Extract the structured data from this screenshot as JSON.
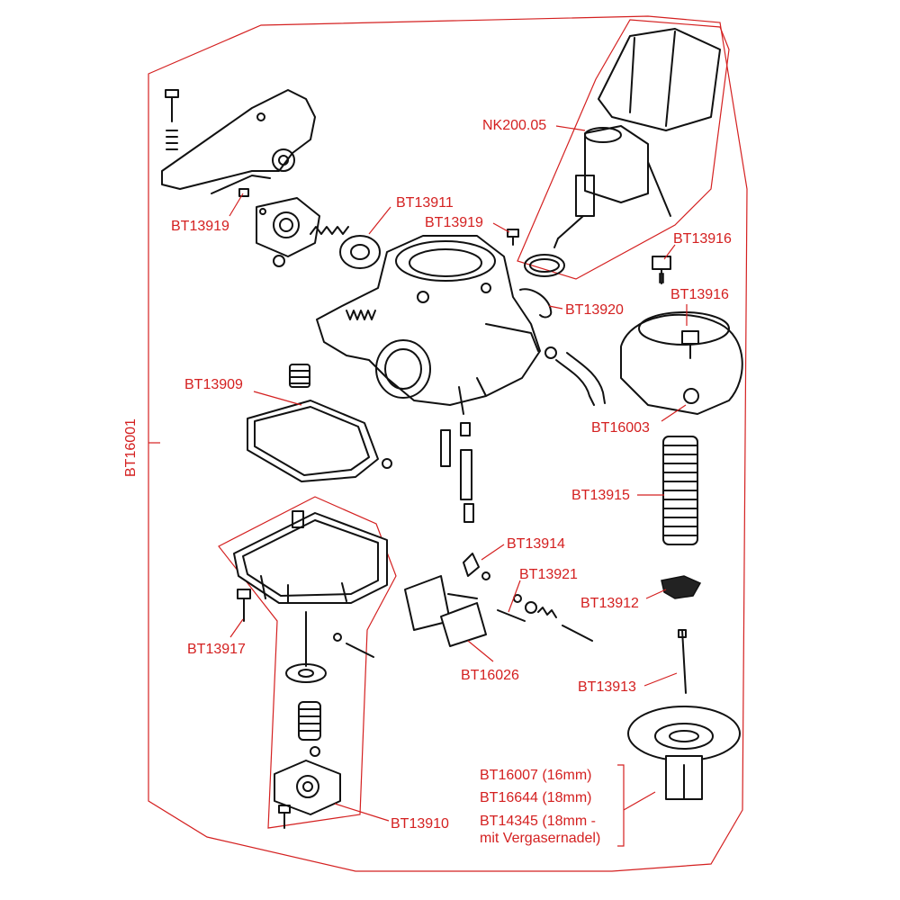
{
  "colors": {
    "label": "#d42020",
    "line": "#111111"
  },
  "labels": {
    "nk200_05": "NK200.05",
    "bt13911": "BT13911",
    "bt13919_a": "BT13919",
    "bt13919_b": "BT13919",
    "bt13916_a": "BT13916",
    "bt13916_b": "BT13916",
    "bt13920": "BT13920",
    "bt13909": "BT13909",
    "bt16003": "BT16003",
    "bt16001": "BT16001",
    "bt13915": "BT13915",
    "bt13914": "BT13914",
    "bt13921": "BT13921",
    "bt13912": "BT13912",
    "bt13917": "BT13917",
    "bt16026": "BT16026",
    "bt13913": "BT13913",
    "bt16007": "BT16007 (16mm)",
    "bt16644": "BT16644 (18mm)",
    "bt14345_line1": "BT14345 (18mm -",
    "bt14345_line2": "mit Vergasernadel)",
    "bt13910": "BT13910"
  }
}
